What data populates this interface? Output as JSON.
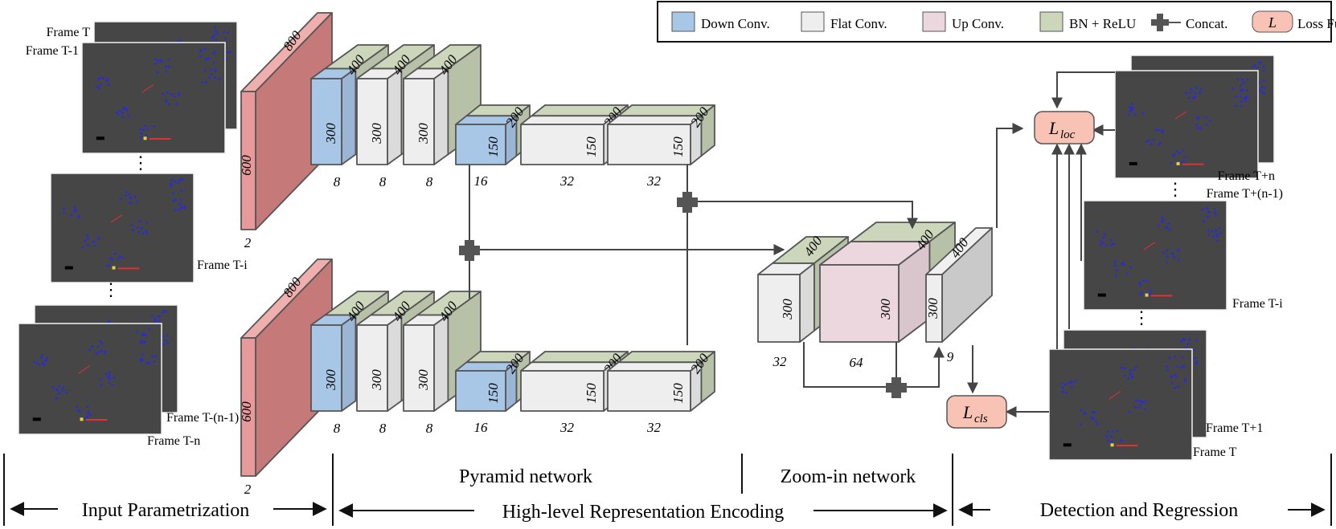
{
  "legend": {
    "items": [
      {
        "label": "Down Conv.",
        "color": "#a8c6e6"
      },
      {
        "label": "Flat Conv.",
        "color": "#eeeeee"
      },
      {
        "label": "Up Conv.",
        "color": "#ecd7de"
      },
      {
        "label": "BN + ReLU",
        "color": "#cbd6bb"
      },
      {
        "label": "Concat."
      },
      {
        "label": "Loss Function",
        "symbol": "L",
        "color": "#f8c3b4"
      }
    ]
  },
  "input_frames": {
    "top": [
      "Frame T",
      "Frame T-1"
    ],
    "middle": "Frame T-i",
    "bottom": [
      "Frame T-(n-1)",
      "Frame T-n"
    ]
  },
  "output_frames": {
    "top": [
      "Frame T+n",
      "Frame T+(n-1)"
    ],
    "middle": "Frame T-i",
    "bottom": [
      "Frame T+1",
      "Frame T"
    ]
  },
  "pyramid_top": {
    "input": {
      "h": "800",
      "w": "600",
      "c": "2"
    },
    "blocks": [
      {
        "h": "400",
        "w": "300",
        "c": "8"
      },
      {
        "h": "400",
        "w": "300",
        "c": "8"
      },
      {
        "h": "400",
        "w": "300",
        "c": "8"
      },
      {
        "h": "200",
        "w": "150",
        "c": "16"
      },
      {
        "h": "200",
        "w": "150",
        "c": "32"
      },
      {
        "h": "200",
        "w": "150",
        "c": "32"
      }
    ]
  },
  "pyramid_bottom": {
    "input": {
      "h": "800",
      "w": "600",
      "c": "2"
    },
    "blocks": [
      {
        "h": "400",
        "w": "300",
        "c": "8"
      },
      {
        "h": "400",
        "w": "300",
        "c": "8"
      },
      {
        "h": "400",
        "w": "300",
        "c": "8"
      },
      {
        "h": "200",
        "w": "150",
        "c": "16"
      },
      {
        "h": "200",
        "w": "150",
        "c": "32"
      },
      {
        "h": "200",
        "w": "150",
        "c": "32"
      }
    ]
  },
  "zoom_in": {
    "blocks": [
      {
        "h": "400",
        "w": "300",
        "c": "32"
      },
      {
        "h": "400",
        "w": "300",
        "c": "64"
      },
      {
        "h": "400",
        "w": "300",
        "c": "9"
      }
    ]
  },
  "losses": {
    "loc_base": "L",
    "loc_sub": "loc",
    "cls_base": "L",
    "cls_sub": "cls"
  },
  "sections": {
    "input": "Input Parametrization",
    "pyramid": "Pyramid network",
    "zoom": "Zoom-in network",
    "encoding": "High-level Representation Encoding",
    "detection": "Detection and Regression"
  },
  "ellipsis": "⋮"
}
